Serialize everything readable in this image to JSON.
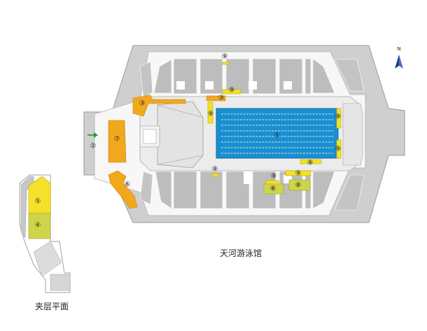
{
  "captions": {
    "venue_name": "天河游泳馆",
    "mezzanine": "夹层平面"
  },
  "compass": {
    "label": "N"
  },
  "colors": {
    "outer_wall": "#c9c9c9",
    "concourse": "#f4f4f4",
    "seating": "#b9b9b9",
    "pool_blue": "#1a8fd0",
    "orange": "#f2a81d",
    "yellow": "#f5e02a",
    "olive": "#cfd54a",
    "arrow_green": "#1e9a3c"
  },
  "markers": [
    {
      "num": "①",
      "name": "pool"
    },
    {
      "num": "②",
      "name": "entrance"
    },
    {
      "num": "③",
      "name": "zone-3-upper"
    },
    {
      "num": "③",
      "name": "zone-3-mid"
    },
    {
      "num": "④",
      "name": "mezzanine-4"
    },
    {
      "num": "⑤",
      "name": "mezzanine-5"
    },
    {
      "num": "⑥",
      "name": "zone-6"
    },
    {
      "num": "⑦",
      "name": "zone-7"
    },
    {
      "num": "⑧",
      "name": "zone-8-right"
    },
    {
      "num": "⑧",
      "name": "zone-8-left"
    },
    {
      "num": "⑨",
      "name": "zone-9-top"
    },
    {
      "num": "⑨",
      "name": "zone-9-upper-mid"
    },
    {
      "num": "⑨",
      "name": "zone-9-left"
    },
    {
      "num": "⑨",
      "name": "zone-9-right-top"
    },
    {
      "num": "⑨",
      "name": "zone-9-right-bottom"
    },
    {
      "num": "⑨",
      "name": "zone-9-bottom-mid"
    },
    {
      "num": "⑨",
      "name": "zone-9-bottom-a"
    },
    {
      "num": "⑨",
      "name": "zone-9-bottom-b"
    },
    {
      "num": "⑨",
      "name": "zone-9-bottom-c"
    }
  ]
}
